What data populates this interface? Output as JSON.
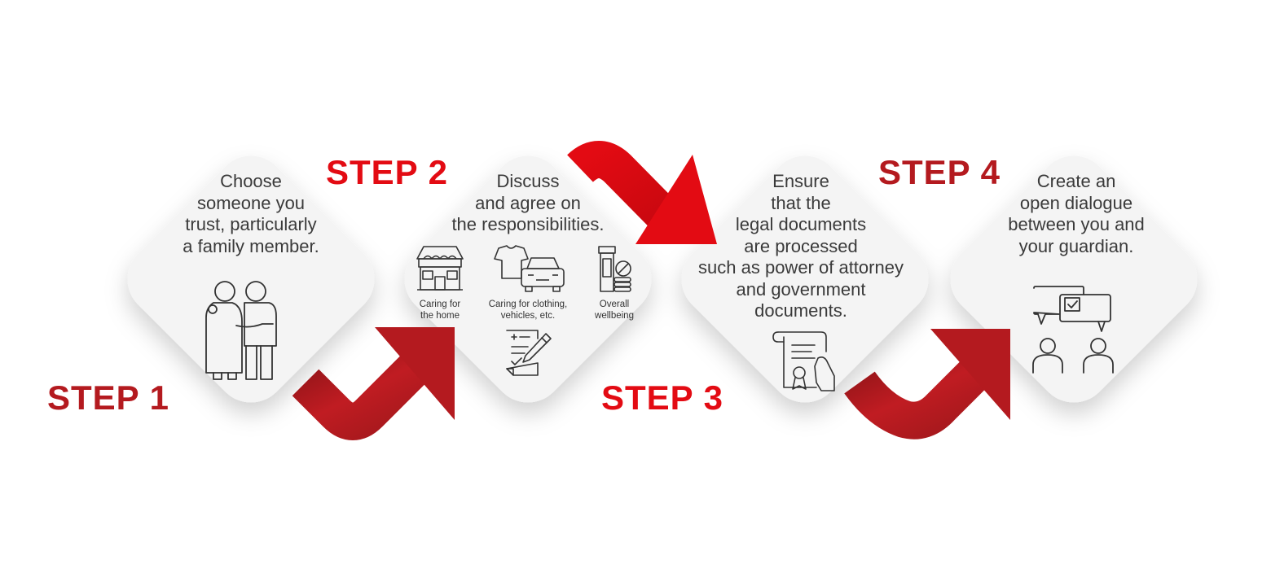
{
  "colors": {
    "accent_red": "#e30b13",
    "dark_red": "#b41a1f",
    "card_fill": "#f4f4f4",
    "dots": "#d4252b",
    "text": "#3a3a3a"
  },
  "steps": [
    {
      "label": "STEP 1",
      "label_color": "#b41a1f",
      "lines": [
        "Choose",
        "someone you",
        "trust, particularly",
        "a family member."
      ],
      "icon": "elderly-couple-icon"
    },
    {
      "label": "STEP 2",
      "label_color": "#e30b13",
      "lines": [
        "Discuss",
        "and agree on",
        "the responsibilities."
      ],
      "sub_items": [
        {
          "icon": "house-icon",
          "lines": [
            "Caring for",
            "the home"
          ]
        },
        {
          "icon": "tshirt-car-icon",
          "lines": [
            "Caring for clothing,",
            "vehicles, etc."
          ]
        },
        {
          "icon": "medicine-icon",
          "lines": [
            "Overall",
            "wellbeing"
          ]
        }
      ],
      "extra_icon": "checklist-pen-icon"
    },
    {
      "label": "STEP 3",
      "label_color": "#e30b13",
      "lines": [
        "Ensure",
        "that the",
        "legal documents",
        "are processed",
        "such as power of attorney",
        "and government",
        "documents."
      ],
      "icon": "legal-document-icon"
    },
    {
      "label": "STEP 4",
      "label_color": "#b41a1f",
      "lines": [
        "Create an",
        "open dialogue",
        "between you and",
        "your guardian."
      ],
      "icon": "dialogue-icon"
    }
  ]
}
